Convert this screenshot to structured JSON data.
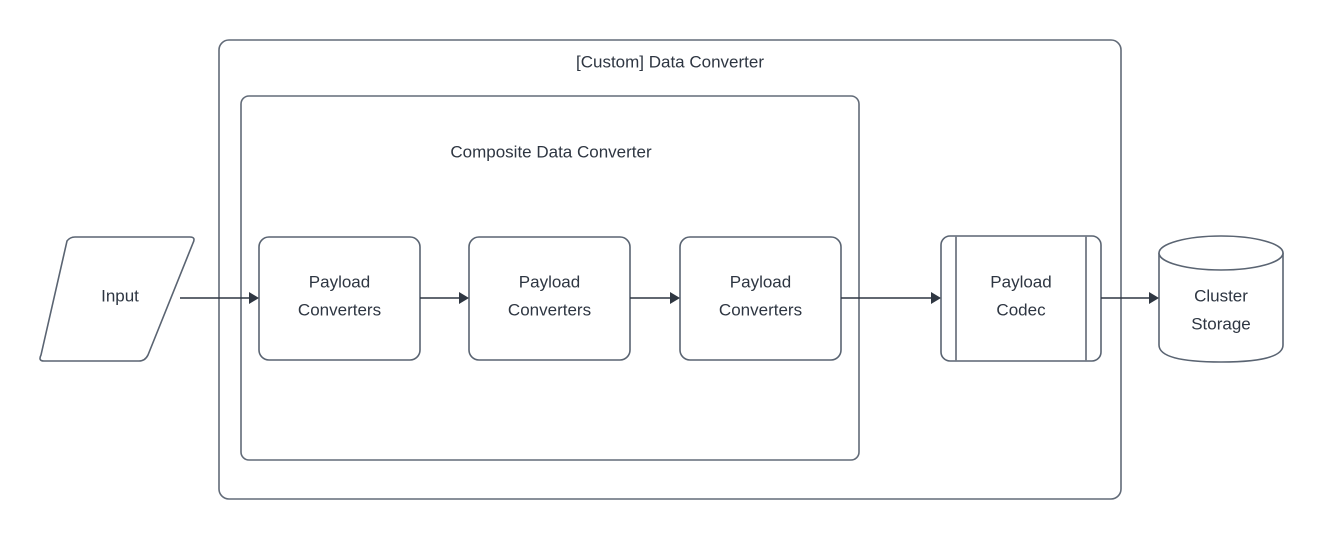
{
  "diagram": {
    "type": "flowchart",
    "orientation": "left-to-right",
    "background_color": "#ffffff",
    "stroke_color": "#5a6472",
    "text_color": "#2e3642",
    "arrow_color": "#2f3742",
    "containers": [
      {
        "id": "custom-data-converter",
        "label": "[Custom] Data Converter",
        "shape": "rounded-rectangle",
        "label_position": "top-center"
      },
      {
        "id": "composite-data-converter",
        "label": "Composite Data Converter",
        "shape": "rounded-rectangle",
        "label_position": "top-center"
      }
    ],
    "nodes": [
      {
        "id": "input",
        "label": "Input",
        "shape": "parallelogram"
      },
      {
        "id": "payload-converters-1",
        "label_line_1": "Payload",
        "label_line_2": "Converters",
        "shape": "rounded-rectangle"
      },
      {
        "id": "payload-converters-2",
        "label_line_1": "Payload",
        "label_line_2": "Converters",
        "shape": "rounded-rectangle"
      },
      {
        "id": "payload-converters-3",
        "label_line_1": "Payload",
        "label_line_2": "Converters",
        "shape": "rounded-rectangle"
      },
      {
        "id": "payload-codec",
        "label_line_1": "Payload",
        "label_line_2": "Codec",
        "shape": "predefined-process"
      },
      {
        "id": "cluster-storage",
        "label_line_1": "Cluster",
        "label_line_2": "Storage",
        "shape": "cylinder"
      }
    ],
    "edges": [
      {
        "id": "edge-input-to-pc1",
        "from": "input",
        "to": "payload-converters-1",
        "arrow": "single"
      },
      {
        "id": "edge-pc1-to-pc2",
        "from": "payload-converters-1",
        "to": "payload-converters-2",
        "arrow": "single"
      },
      {
        "id": "edge-pc2-to-pc3",
        "from": "payload-converters-2",
        "to": "payload-converters-3",
        "arrow": "single"
      },
      {
        "id": "edge-pc3-to-codec",
        "from": "payload-converters-3",
        "to": "payload-codec",
        "arrow": "single"
      },
      {
        "id": "edge-codec-to-storage",
        "from": "payload-codec",
        "to": "cluster-storage",
        "arrow": "single"
      }
    ]
  }
}
